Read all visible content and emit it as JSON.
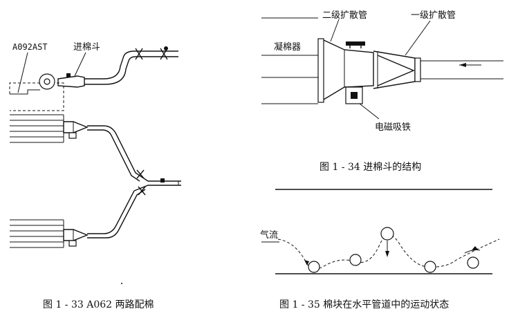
{
  "fig33": {
    "model_label": "A092AST",
    "hopper_label": "进棉斗",
    "caption": "图 1 - 33   A062 两路配棉"
  },
  "fig34": {
    "condenser_label": "凝棉器",
    "second_diffuser_label": "二级扩散管",
    "first_diffuser_label": "一级扩散管",
    "magnet_label": "电磁吸铁",
    "caption": "图 1 - 34   进棉斗的结构"
  },
  "fig35": {
    "airflow_label": "气流",
    "caption": "图 1 - 35   棉块在水平管道中的运动状态"
  }
}
